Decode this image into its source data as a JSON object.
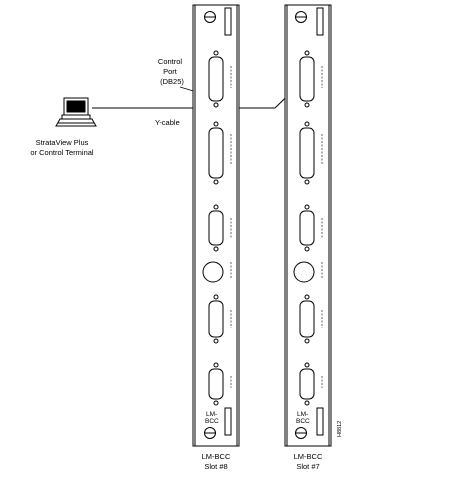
{
  "callouts": {
    "control_port_line1": "Control",
    "control_port_line2": "Port",
    "control_port_line3": "(DB25)",
    "y_cable": "Y-cable",
    "terminal_line1": "StrataView Plus",
    "terminal_line2": "or Control Terminal"
  },
  "cards": [
    {
      "panel_label_line1": "LM-",
      "panel_label_line2": "BCC",
      "caption_line1": "LM-BCC",
      "caption_line2": "Slot #8"
    },
    {
      "panel_label_line1": "LM-",
      "panel_label_line2": "BCC",
      "caption_line1": "LM-BCC",
      "caption_line2": "Slot #7"
    }
  ],
  "figure_id": "H8812"
}
